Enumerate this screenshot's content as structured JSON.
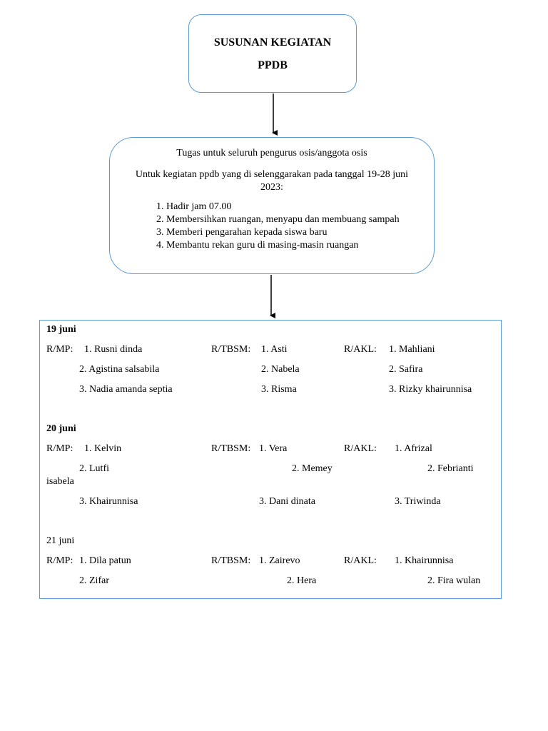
{
  "title": {
    "line1": "SUSUNAN KEGIATAN",
    "line2": "PPDB"
  },
  "tasks": {
    "intro1": "Tugas untuk seluruh pengurus osis/anggota osis",
    "intro2": "Untuk kegiatan ppdb yang di selenggarakan pada tanggal 19-28 juni 2023:",
    "items": [
      "1. Hadir jam 07.00",
      "2. Membersihkan ruangan, menyapu dan membuang sampah",
      "3. Memberi pengarahan kepada siswa baru",
      "4. Membantu rekan guru di masing-masin ruangan"
    ]
  },
  "schedule": {
    "days": [
      {
        "date": "19 juni",
        "mp_label": "R/MP:",
        "mp": [
          "1. Rusni dinda",
          "2. Agistina salsabila",
          "3. Nadia amanda septia"
        ],
        "tbsm_label": "R/TBSM:",
        "tbsm": [
          "1. Asti",
          "2. Nabela",
          "3. Risma"
        ],
        "akl_label": "R/AKL:",
        "akl": [
          "1. Mahliani",
          "2. Safira",
          "3. Rizky khairunnisa"
        ]
      },
      {
        "date": "20 juni",
        "mp_label": "R/MP:",
        "mp": [
          "1. Kelvin",
          "2. Lutfi",
          "3. Khairunnisa"
        ],
        "tbsm_label": "R/TBSM:",
        "tbsm": [
          "1. Vera",
          "2. Memey",
          "3. Dani dinata"
        ],
        "akl_label": "R/AKL:",
        "akl": [
          "1. Afrizal",
          "2. Febrianti",
          "3. Triwinda"
        ],
        "wrap": "isabela"
      },
      {
        "date": "21 juni",
        "mp_label": "R/MP:",
        "mp": [
          "1. Dila patun",
          "2. Zifar"
        ],
        "tbsm_label": "R/TBSM:",
        "tbsm": [
          "1. Zairevo",
          "2. Hera"
        ],
        "akl_label": "R/AKL:",
        "akl": [
          "1. Khairunnisa",
          "2. Fira wulan"
        ]
      }
    ]
  }
}
